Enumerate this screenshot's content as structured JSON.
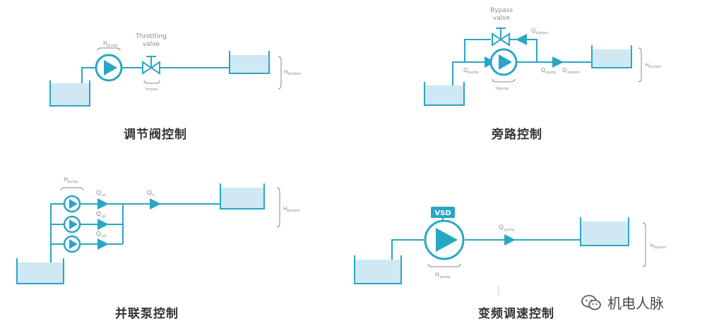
{
  "colors": {
    "pipe": "#2aa6c4",
    "water": "#cfe9f4",
    "tank": "#2aa6c4",
    "pump_fill": "#2aa6c4",
    "label": "#8a8a8a",
    "caption": "#333333"
  },
  "diagrams": {
    "throttling": {
      "caption": "调节阀控制",
      "valve_label_1": "Throttling",
      "valve_label_2": "valve",
      "h_pump": "H",
      "h_pump_sub": "pump",
      "h_valve_sub": "Hvalve",
      "h_system": "H",
      "h_system_sub": "System"
    },
    "bypass": {
      "caption": "旁路控制",
      "valve_label_1": "Bypass",
      "valve_label_2": "valve",
      "q_bypass": "Q",
      "q_bypass_sub": "bypass",
      "q_pump": "Q",
      "q_pump_sub": "pump",
      "q_pump_out": "Q",
      "q_pump_out_sub": "pump",
      "q_system": "Q",
      "q_system_sub": "system",
      "h_pump_sub": "Hpump",
      "h_system": "H",
      "h_system_sub": "System"
    },
    "parallel": {
      "caption": "并联泵控制",
      "h_pump": "H",
      "h_pump_sub": "pump",
      "q_p1": "Q",
      "q_p1_sub": "p1",
      "q_p2": "Q",
      "q_p2_sub": "p2",
      "q_p3": "Q",
      "q_p3_sub": "p3",
      "q_total": "Q",
      "q_total_sub": "s",
      "h_system": "H",
      "h_system_sub": "System"
    },
    "vsd": {
      "caption": "变频调速控制",
      "vsd_label": "VSD",
      "q_pump": "Q",
      "q_pump_sub": "pump",
      "h_pump": "H",
      "h_pump_sub": "pump",
      "h_system": "H",
      "h_system_sub": "System"
    }
  },
  "watermark": {
    "icon": "wechat-icon",
    "text": "机电人脉"
  }
}
